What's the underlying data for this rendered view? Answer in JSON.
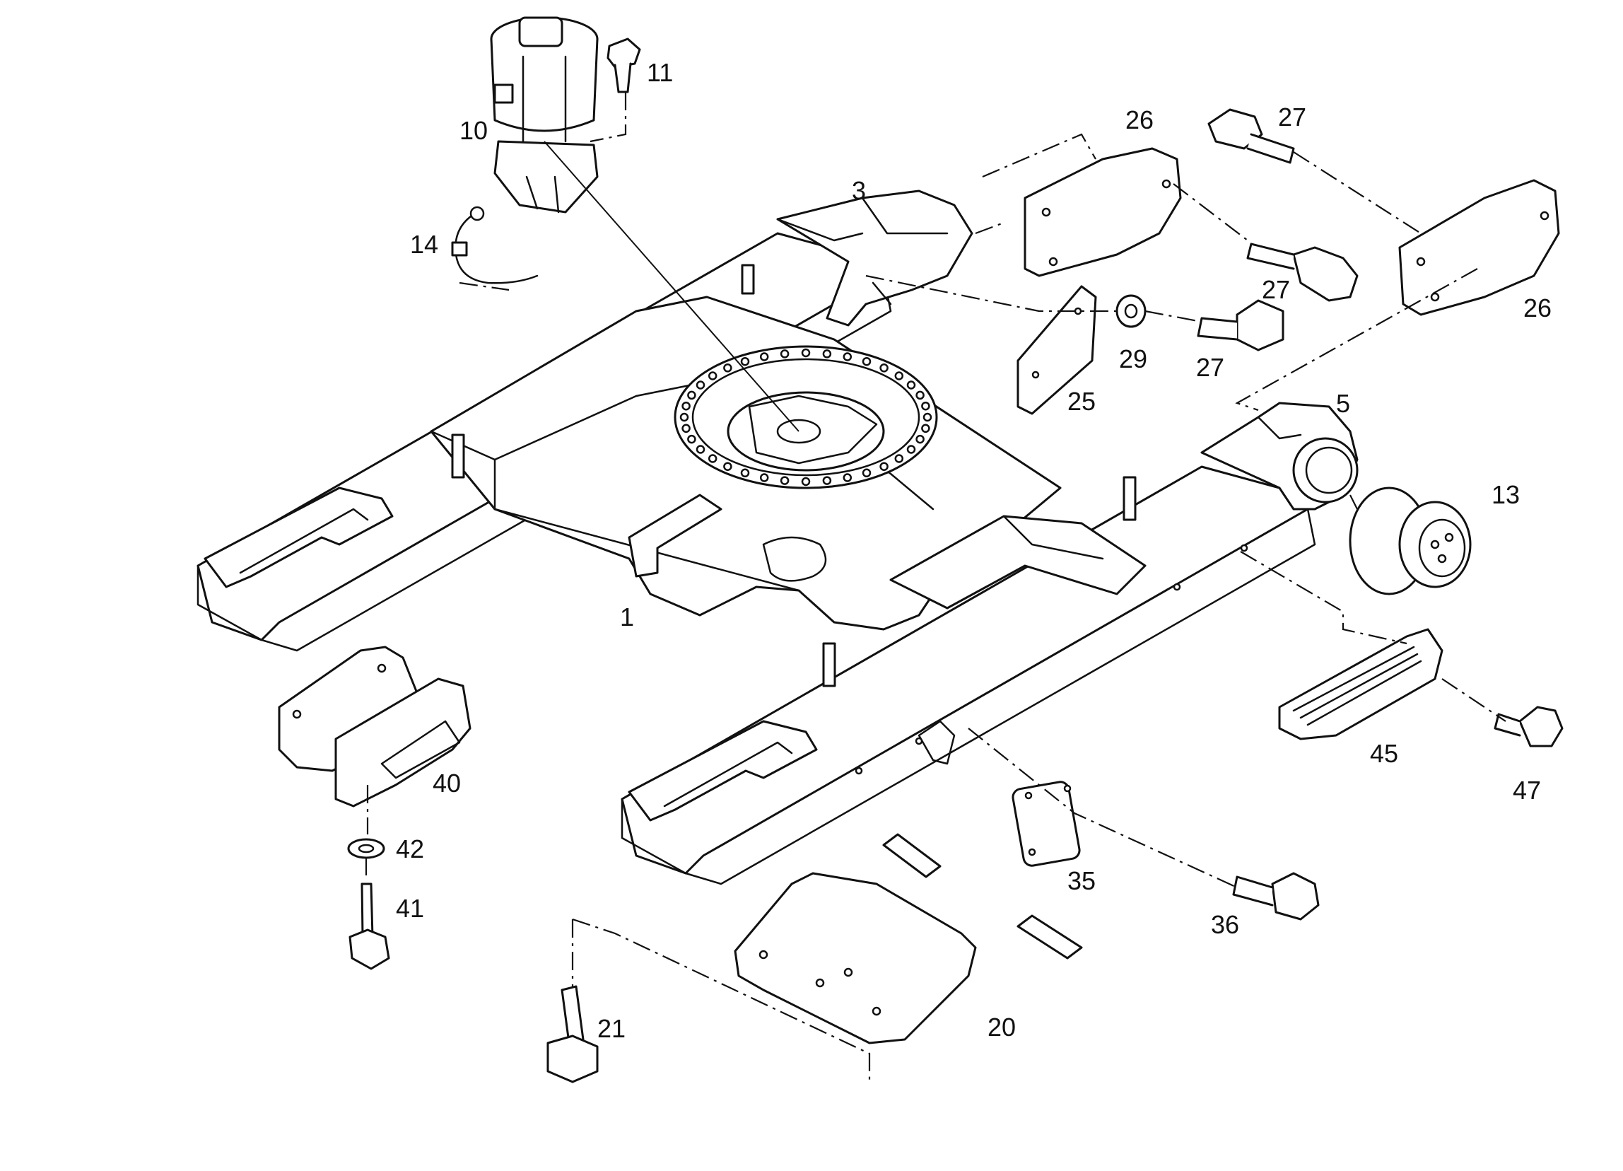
{
  "labels": {
    "p1": "1",
    "p3": "3",
    "p5": "5",
    "p10": "10",
    "p11": "11",
    "p13": "13",
    "p14": "14",
    "p20": "20",
    "p21": "21",
    "p25": "25",
    "p26a": "26",
    "p26b": "26",
    "p27a": "27",
    "p27b": "27",
    "p27c": "27",
    "p29": "29",
    "p35": "35",
    "p36": "36",
    "p40": "40",
    "p41": "41",
    "p42": "42",
    "p45": "45",
    "p47": "47"
  }
}
